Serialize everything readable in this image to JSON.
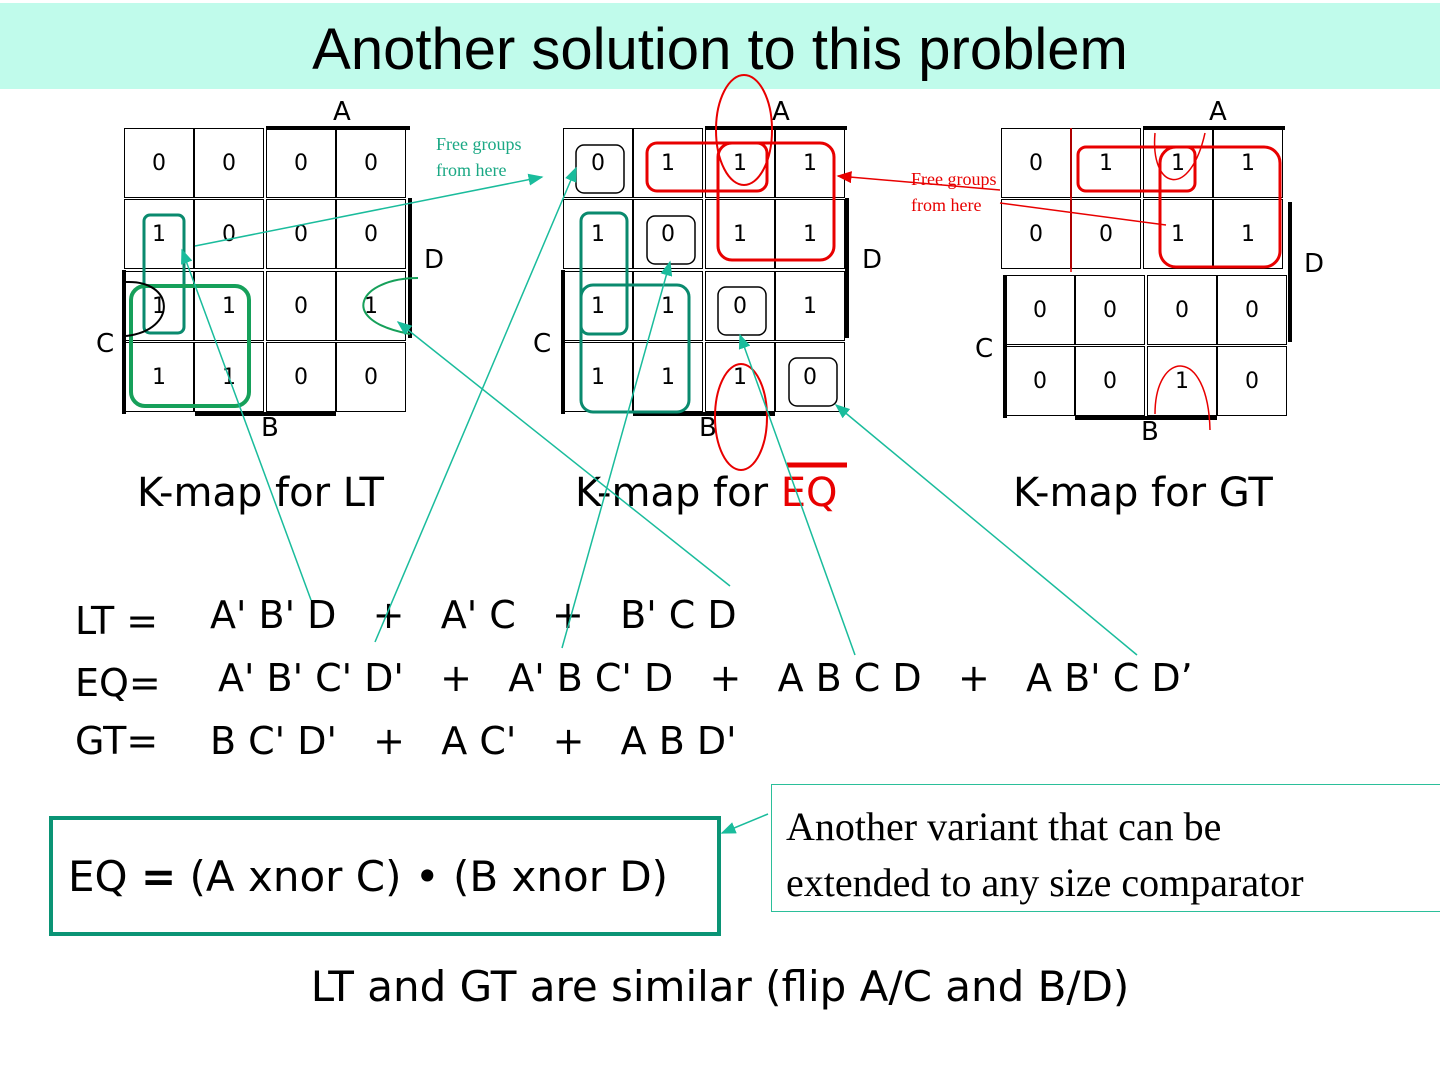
{
  "title": "Another solution to this problem",
  "kmaps": [
    {
      "id": "lt",
      "caption_prefix": "K-map for ",
      "caption_var": "LT",
      "labels": {
        "A": "A",
        "B": "B",
        "C": "C",
        "D": "D"
      },
      "cells": [
        [
          "0",
          "0",
          "0",
          "0"
        ],
        [
          "1",
          "0",
          "0",
          "0"
        ],
        [
          "1",
          "1",
          "0",
          "1"
        ],
        [
          "1",
          "1",
          "0",
          "0"
        ]
      ]
    },
    {
      "id": "eq",
      "caption_prefix": "K-map for ",
      "caption_var": "EQ",
      "caption_var_color": "#e80000",
      "caption_var_overbar": true,
      "labels": {
        "A": "A",
        "B": "B",
        "C": "C",
        "D": "D"
      },
      "cells": [
        [
          "0",
          "1",
          "1",
          "1"
        ],
        [
          "1",
          "0",
          "1",
          "1"
        ],
        [
          "1",
          "1",
          "0",
          "1"
        ],
        [
          "1",
          "1",
          "1",
          "0"
        ]
      ]
    },
    {
      "id": "gt",
      "caption_prefix": "K-map for ",
      "caption_var": "GT",
      "labels": {
        "A": "A",
        "B": "B",
        "C": "C",
        "D": "D"
      },
      "cells": [
        [
          "0",
          "1",
          "1",
          "1"
        ],
        [
          "0",
          "0",
          "1",
          "1"
        ],
        [
          "0",
          "0",
          "0",
          "0"
        ],
        [
          "0",
          "0",
          "1",
          "0"
        ]
      ]
    }
  ],
  "annotations": {
    "free_groups_green": [
      "Free groups",
      "from here"
    ],
    "free_groups_red": [
      "Free groups",
      "from here"
    ],
    "green_color": "#1abc9c",
    "red_color": "#e80000",
    "group_green_dark": "#0a8a6e",
    "group_green_light": "#16a05a"
  },
  "equations": {
    "lt": {
      "lhs": "LT",
      "eq": "=",
      "terms": [
        "A' B' D",
        "A' C",
        "B' C D"
      ]
    },
    "eq": {
      "lhs": "EQ",
      "eq": "=",
      "terms": [
        "A' B' C' D'",
        "A' B C' D",
        "A B C D",
        "A B' C D’"
      ]
    },
    "gt": {
      "lhs": "GT",
      "eq": "=",
      "terms": [
        "B C' D'",
        "A C'",
        "A B D'"
      ]
    },
    "plus": "+"
  },
  "xnor_box": {
    "lhs": "EQ",
    "eq": "=",
    "rhs": "(A xnor C) • (B xnor D)"
  },
  "variant_note": [
    "Another variant that can be",
    "extended to any size comparator"
  ],
  "bottom_note": "LT and GT are similar (flip A/C and B/D)"
}
